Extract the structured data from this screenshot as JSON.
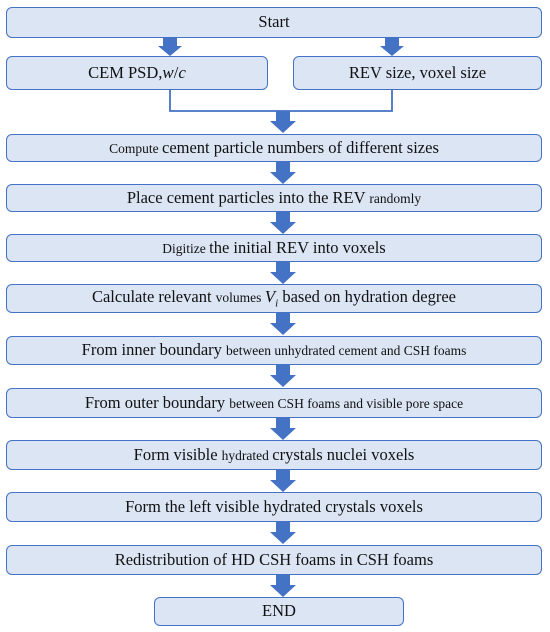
{
  "flowchart": {
    "start": "Start",
    "input_left": {
      "a": "CEM PSD,",
      "b": "w",
      "c": "/",
      "d": "c"
    },
    "input_right": "REV size, voxel size",
    "step1": {
      "a": "Compute ",
      "b": "cement particle numbers of different sizes"
    },
    "step2": {
      "a": "Place cement particles into the REV ",
      "b": "randomly"
    },
    "step3": {
      "a": "Digitize ",
      "b": "the initial REV into voxels"
    },
    "step4": {
      "a": "Calculate relevant ",
      "b": "volumes ",
      "c": "V",
      "d": "i",
      "e": " based on hydration degree"
    },
    "step5": {
      "a": "From inner boundary ",
      "b": "between unhydrated cement and CSH foams"
    },
    "step6": {
      "a": "From outer boundary ",
      "b": "between CSH foams and visible pore space"
    },
    "step7": {
      "a": "Form visible ",
      "b": "hydrated ",
      "c": "crystals nuclei voxels"
    },
    "step8": "Form the left visible hydrated crystals voxels",
    "step9": "Redistribution of HD CSH foams in CSH foams",
    "end": "END"
  },
  "colors": {
    "box_fill": "#dbe5f4",
    "box_border": "#4472c4",
    "arrow": "#4472c4",
    "connector": "#4472c4",
    "text": "#111111"
  }
}
